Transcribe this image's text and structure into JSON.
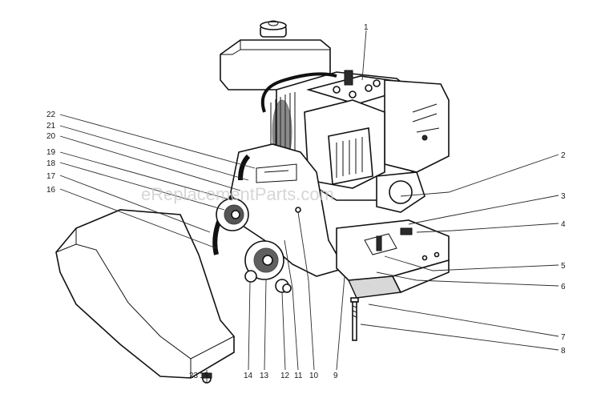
{
  "watermark": "eReplacementParts.com",
  "callouts": [
    {
      "id": "c1",
      "label": "1"
    },
    {
      "id": "c2",
      "label": "2"
    },
    {
      "id": "c3",
      "label": "3"
    },
    {
      "id": "c4",
      "label": "4"
    },
    {
      "id": "c5",
      "label": "5"
    },
    {
      "id": "c6",
      "label": "6"
    },
    {
      "id": "c7",
      "label": "7"
    },
    {
      "id": "c8",
      "label": "8"
    },
    {
      "id": "c9",
      "label": "9"
    },
    {
      "id": "c10",
      "label": "10"
    },
    {
      "id": "c11",
      "label": "11"
    },
    {
      "id": "c12",
      "label": "12"
    },
    {
      "id": "c13",
      "label": "13"
    },
    {
      "id": "c14",
      "label": "14"
    },
    {
      "id": "c15",
      "label": "15"
    },
    {
      "id": "c16",
      "label": "16"
    },
    {
      "id": "c17",
      "label": "17"
    },
    {
      "id": "c18",
      "label": "18"
    },
    {
      "id": "c19",
      "label": "19"
    },
    {
      "id": "c20",
      "label": "20"
    },
    {
      "id": "c21",
      "label": "21"
    },
    {
      "id": "c22",
      "label": "22"
    },
    {
      "id": "c23",
      "label": "23"
    }
  ]
}
